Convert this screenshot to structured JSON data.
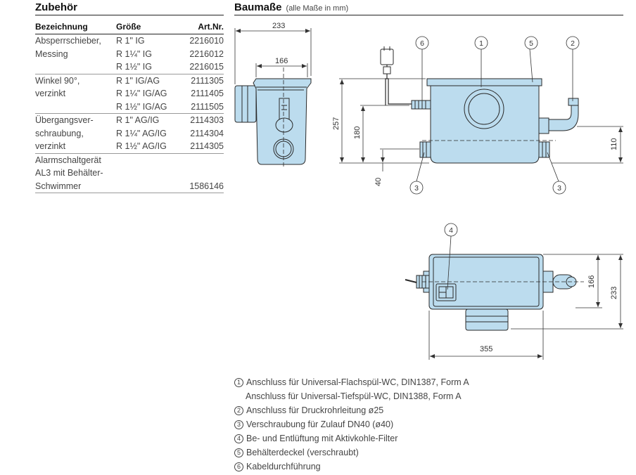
{
  "accessories": {
    "title": "Zubehör",
    "headers": [
      "Bezeichnung",
      "Größe",
      "Art.Nr."
    ],
    "rows": [
      {
        "name": "Absperrschieber,",
        "size": "R 1\" IG",
        "nr": "2216010",
        "end": false
      },
      {
        "name": "Messing",
        "size": "R 1¼\" IG",
        "nr": "2216012",
        "end": false
      },
      {
        "name": "",
        "size": "R 1½\" IG",
        "nr": "2216015",
        "end": true
      },
      {
        "name": "Winkel 90°,",
        "size": "R 1\" IG/AG",
        "nr": "2111305",
        "end": false
      },
      {
        "name": "verzinkt",
        "size": "R 1¼\" IG/AG",
        "nr": "2111405",
        "end": false
      },
      {
        "name": "",
        "size": "R 1½\" IG/AG",
        "nr": "2111505",
        "end": true
      },
      {
        "name": "Übergangsver-",
        "size": "R 1\" AG/IG",
        "nr": "2114303",
        "end": false
      },
      {
        "name": "schraubung,",
        "size": "R 1¼\" AG/IG",
        "nr": "2114304",
        "end": false
      },
      {
        "name": "verzinkt",
        "size": "R 1½\" AG/IG",
        "nr": "2114305",
        "end": true
      },
      {
        "name": "Alarmschaltgerät",
        "size": "",
        "nr": "",
        "end": false
      },
      {
        "name": "AL3 mit Behälter-",
        "size": "",
        "nr": "",
        "end": false
      },
      {
        "name": "Schwimmer",
        "size": "",
        "nr": "1586146",
        "end": true
      }
    ]
  },
  "dimensions": {
    "title": "Baumaße",
    "subtitle": "(alle Maße in mm)",
    "labels": {
      "w233": "233",
      "w166": "166",
      "h257": "257",
      "h180": "180",
      "h40": "40",
      "h110": "110",
      "w355": "355",
      "d166": "166",
      "d233": "233"
    },
    "callouts": {
      "c1": "1",
      "c2": "2",
      "c3a": "3",
      "c3b": "3",
      "c4": "4",
      "c5": "5",
      "c6": "6"
    }
  },
  "legend": [
    {
      "num": "1",
      "text": "Anschluss für Universal-Flachspül-WC, DIN1387, Form A"
    },
    {
      "num": "",
      "text": "Anschluss für Universal-Tiefspül-WC, DIN1388, Form A"
    },
    {
      "num": "2",
      "text": "Anschluss für Druckrohrleitung ø25"
    },
    {
      "num": "3",
      "text": "Verschraubung für Zulauf DN40 (ø40)"
    },
    {
      "num": "4",
      "text": "Be- und Entlüftung mit Aktivkohle-Filter"
    },
    {
      "num": "5",
      "text": "Behälterdeckel (verschraubt)"
    },
    {
      "num": "6",
      "text": "Kabeldurchführung"
    }
  ],
  "colors": {
    "device_fill": "#bcdcee",
    "device_stroke": "#2a2a2a",
    "line": "#333333"
  }
}
